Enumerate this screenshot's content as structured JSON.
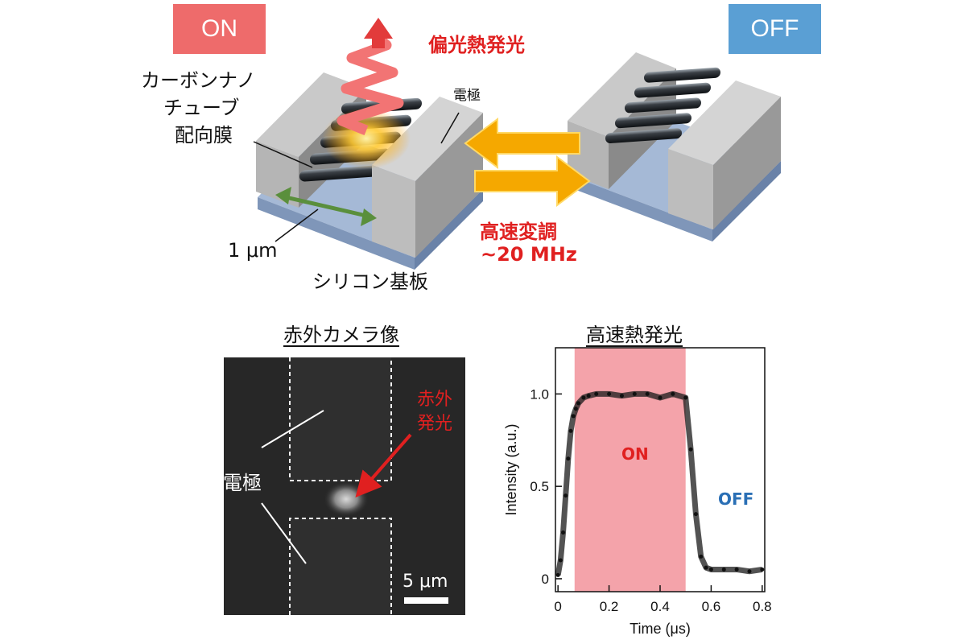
{
  "labels": {
    "on_badge": "ON",
    "off_badge": "OFF",
    "polarized_emission": "偏光熱発光",
    "cnt_line1": "カーボンナノ",
    "cnt_line2": "チューブ",
    "cnt_line3": "配向膜",
    "electrode_top": "電極",
    "scale_1um": "1 μm",
    "substrate": "シリコン基板",
    "modulation": "高速変調",
    "frequency": "~20 MHz",
    "ir_title": "赤外カメラ像",
    "ir_emission_line1": "赤外",
    "ir_emission_line2": "発光",
    "ir_electrode": "電極",
    "scale_5um": "5 μm",
    "plot_title": "高速熱発光",
    "plot_on": "ON",
    "plot_off": "OFF"
  },
  "colors": {
    "on_badge": "#ee6b6b",
    "off_badge": "#5a9fd4",
    "red_text": "#e02020",
    "plot_off_text": "#2a6fb5",
    "arrow_fill": "#f5a800",
    "on_region": "#f4a3aa"
  },
  "chart_data": {
    "type": "scatter",
    "title": "",
    "xlabel": "Time (μs)",
    "ylabel": "Intensity (a.u.)",
    "xlim": [
      -0.01,
      0.81
    ],
    "ylim": [
      -0.07,
      1.25
    ],
    "xticks": [
      0,
      0.2,
      0.4,
      0.6,
      0.8
    ],
    "xtick_labels": [
      "0",
      "0.2",
      "0.4",
      "0.6",
      "0.8"
    ],
    "yticks": [
      0,
      0.5,
      1.0
    ],
    "ytick_labels": [
      "0",
      "0.5",
      "1.0"
    ],
    "on_region": [
      0.065,
      0.5
    ],
    "series": [
      {
        "x": [
          0.0,
          0.01,
          0.02,
          0.03,
          0.04,
          0.05,
          0.06,
          0.07,
          0.08,
          0.1,
          0.12,
          0.15,
          0.2,
          0.25,
          0.3,
          0.35,
          0.4,
          0.45,
          0.5,
          0.52,
          0.54,
          0.56,
          0.58,
          0.6,
          0.65,
          0.7,
          0.75,
          0.8
        ],
        "y": [
          0.02,
          0.1,
          0.25,
          0.45,
          0.65,
          0.8,
          0.88,
          0.92,
          0.95,
          0.98,
          0.99,
          1.0,
          1.0,
          0.99,
          1.0,
          1.0,
          0.98,
          1.0,
          0.98,
          0.7,
          0.35,
          0.12,
          0.06,
          0.05,
          0.05,
          0.05,
          0.04,
          0.05
        ]
      }
    ],
    "grid": false,
    "legend": "none"
  }
}
